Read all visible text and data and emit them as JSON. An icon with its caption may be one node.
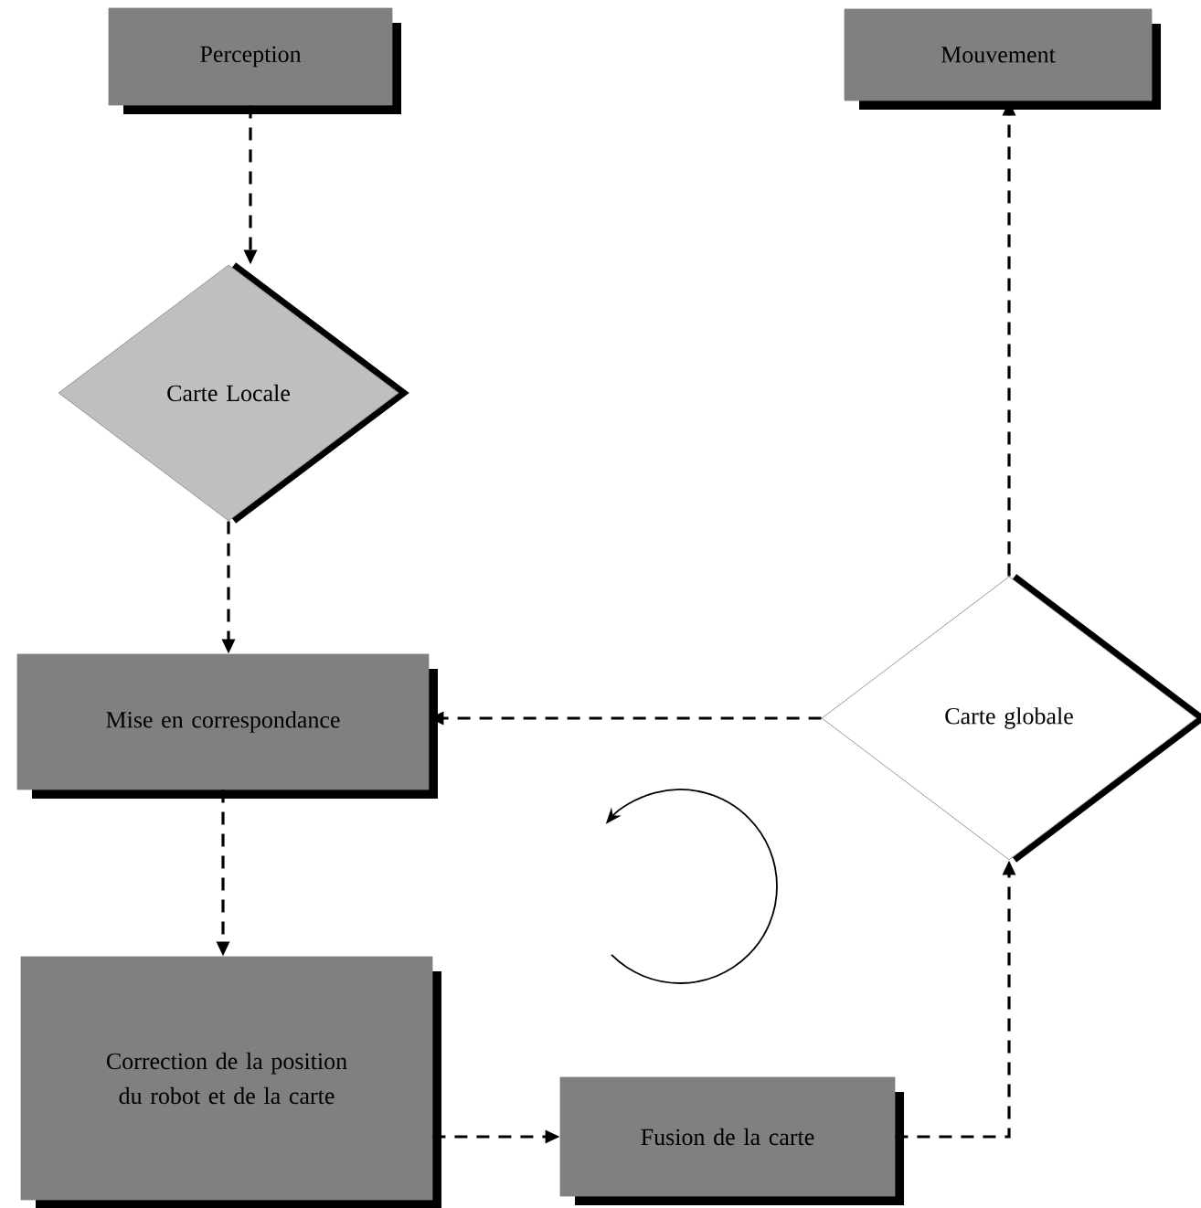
{
  "diagram": {
    "nodes": [
      {
        "text": [
          "Perception"
        ]
      },
      {
        "text": [
          "Carte Locale"
        ]
      },
      {
        "text": [
          "Mouvement"
        ]
      },
      {
        "text": [
          "Mise en correspondance"
        ]
      },
      {
        "text": [
          "Carte globale"
        ]
      },
      {
        "text": [
          "Correction de la position du robot et de la carte"
        ]
      },
      {
        "text": [
          "Fusion de la carte"
        ]
      }
    ],
    "edges": [
      {
        "from": 0,
        "to": 1,
        "arrow": "to"
      },
      {
        "from": 1,
        "to": 3,
        "arrow": "to"
      },
      {
        "from": 3,
        "to": 5,
        "arrow": "to"
      },
      {
        "from": 5,
        "to": 6,
        "arrow": "to"
      },
      {
        "from": 6,
        "to": 4,
        "arrow": "to"
      },
      {
        "from": 4,
        "to": 3,
        "arrow": "to"
      },
      {
        "from": 4,
        "to": 2,
        "arrow": "to"
      }
    ]
  }
}
